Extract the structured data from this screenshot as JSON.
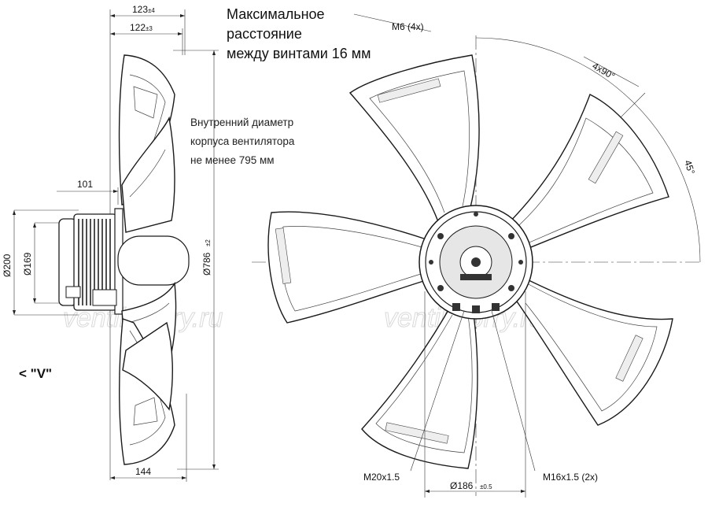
{
  "watermark": "ventilatorry.ru",
  "side_view": {
    "dim_top_outer": "123",
    "dim_top_outer_tol": "±4",
    "dim_top_inner": "122",
    "dim_top_inner_tol": "±3",
    "dim_motor": "101",
    "dim_bottom": "144",
    "dim_d200": "Ø200",
    "dim_d169": "Ø169",
    "dim_d786": "Ø786",
    "dim_d786_tol": "±2",
    "view_label": "< \"V\""
  },
  "notes": {
    "screw_distance": [
      "Максимальное",
      "расстояние",
      "между винтами 16 мм"
    ],
    "inner_diameter": [
      "Внутренний диаметр",
      "корпуса вентилятора",
      "не менее 795 мм"
    ]
  },
  "front_view": {
    "thread_m6": "M6 (4x)",
    "angle_4x90": "4x90°",
    "angle_45": "45°",
    "thread_m20": "M20x1.5",
    "dim_d186": "Ø186",
    "dim_d186_tol": "±0.5",
    "thread_m16": "M16x1.5 (2x)"
  }
}
